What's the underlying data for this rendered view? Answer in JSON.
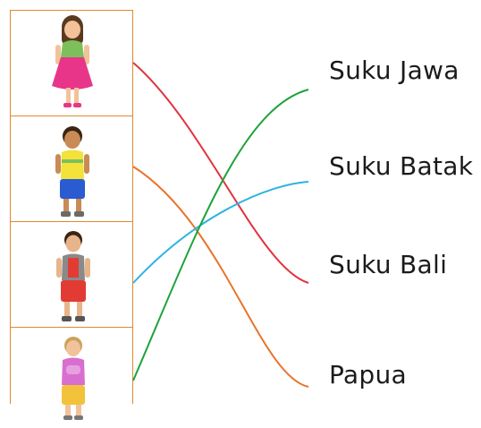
{
  "labels": [
    "Suku Jawa",
    "Suku Batak",
    "Suku Bali",
    "Papua"
  ],
  "children": [
    {
      "name": "girl-pink-dress",
      "colors": {
        "top": "#7dc05b",
        "bottom": "#e8358a",
        "hair": "#5a3a1e",
        "skin": "#f2c29b"
      }
    },
    {
      "name": "boy-yellow-shirt",
      "colors": {
        "top": "#f2e23a",
        "bottom": "#2a5bd1",
        "hair": "#3a2412",
        "skin": "#c98a56"
      }
    },
    {
      "name": "boy-red-vest",
      "colors": {
        "top": "#8a8a8a",
        "bottom": "#e23b34",
        "hair": "#3a2412",
        "skin": "#e8b48a"
      }
    },
    {
      "name": "girl-pink-sweater",
      "colors": {
        "top": "#d86fd0",
        "bottom": "#f2c23a",
        "hair": "#c9a35a",
        "skin": "#f2c29b"
      }
    }
  ],
  "connections": [
    {
      "from_picture": 1,
      "to_label": 3,
      "color": "#e0333f"
    },
    {
      "from_picture": 2,
      "to_label": 4,
      "color": "#e8742a"
    },
    {
      "from_picture": 3,
      "to_label": 2,
      "color": "#2fb3e3"
    },
    {
      "from_picture": 4,
      "to_label": 1,
      "color": "#1ea33a"
    }
  ]
}
